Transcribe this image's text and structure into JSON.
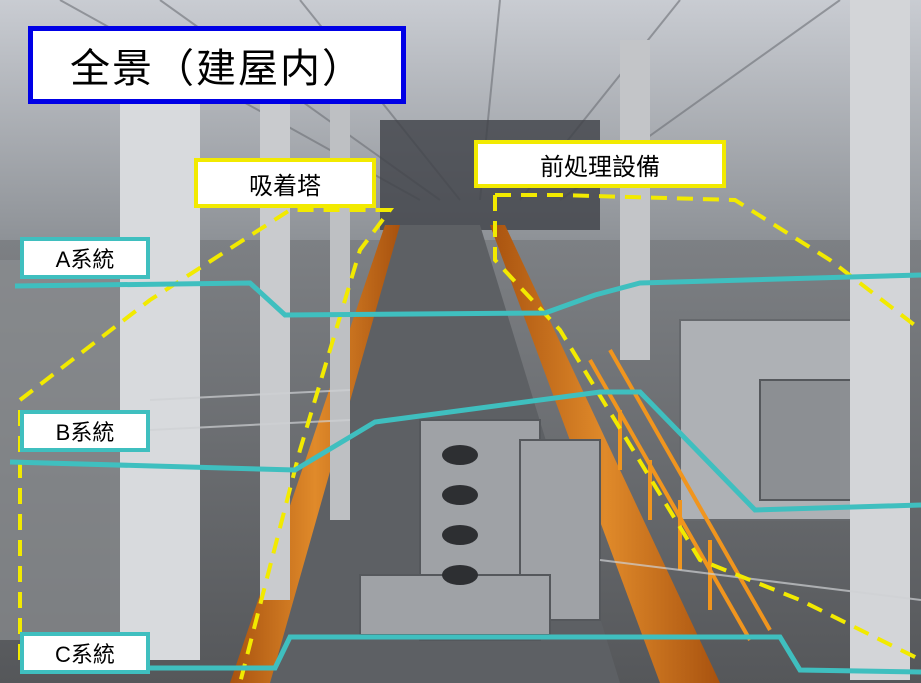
{
  "title": "全景（建屋内）",
  "labels": {
    "adsorption_tower": "吸着塔",
    "pretreatment": "前処理設備",
    "system_a": "A系統",
    "system_b": "B系統",
    "system_c": "C系統"
  },
  "colors": {
    "title_border": "#0000e6",
    "yellow": "#f2ea00",
    "teal": "#3fbfbf"
  }
}
